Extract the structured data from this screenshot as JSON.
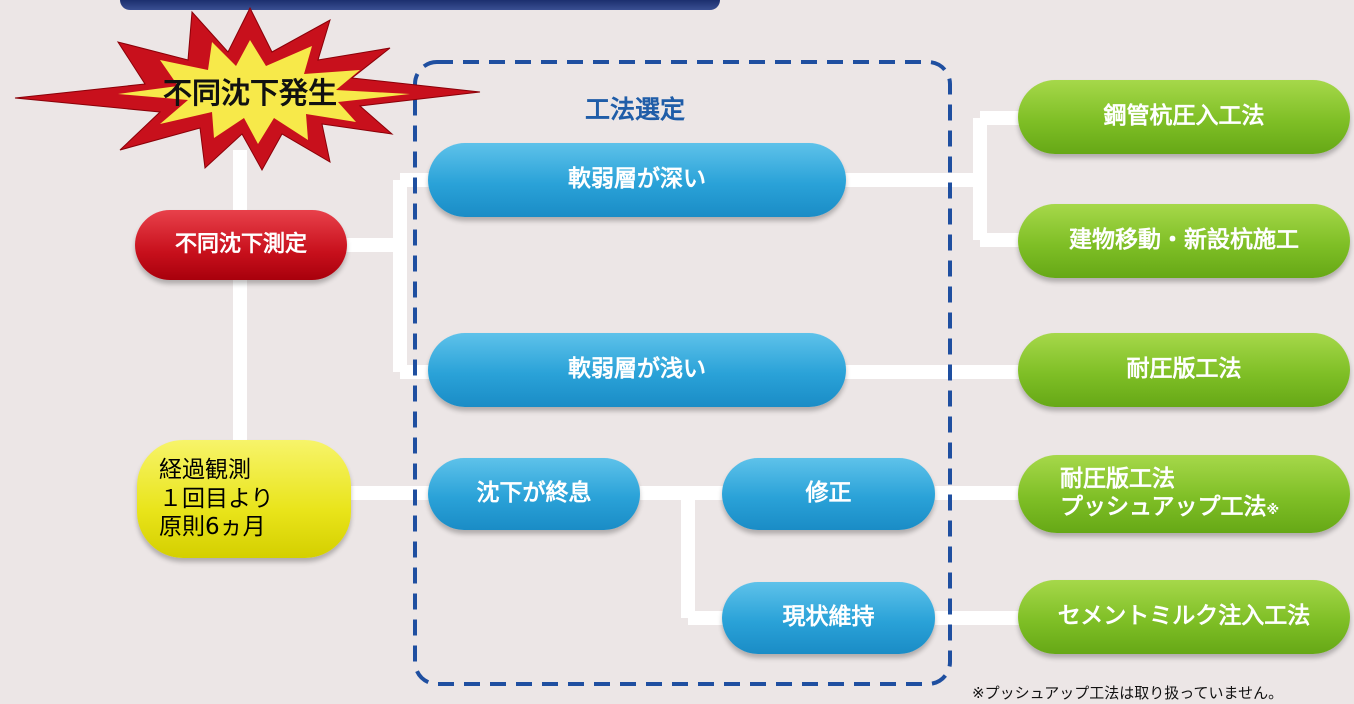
{
  "burst": {
    "label": "不同沈下発生"
  },
  "selection_title": "工法選定",
  "left": {
    "measurement": "不同沈下測定",
    "observation_lines": [
      "経過観測",
      "１回目より",
      "原則6ヵ月"
    ]
  },
  "conditions": {
    "deep": "軟弱層が深い",
    "shallow": "軟弱層が浅い",
    "settled": "沈下が終息",
    "correct": "修正",
    "maintain": "現状維持"
  },
  "methods": {
    "steel_pipe": "鋼管杭圧入工法",
    "relocation": "建物移動・新設杭施工",
    "pressure_plate": "耐圧版工法",
    "correction_line1": "耐圧版工法",
    "correction_line2": "プッシュアップ工法",
    "correction_mark": "※",
    "cement_milk": "セメントミルク注入工法"
  },
  "footnote": "※プッシュアップ工法は取り扱っていません。",
  "colors": {
    "background": "#ece6e6",
    "blue_pill": "#2aa2d8",
    "green_pill": "#7fbf26",
    "red_pill": "#c8101c",
    "yellow_pill": "#e9e41a",
    "dashed_box": "#1f4fa0",
    "connector": "#ffffff"
  }
}
